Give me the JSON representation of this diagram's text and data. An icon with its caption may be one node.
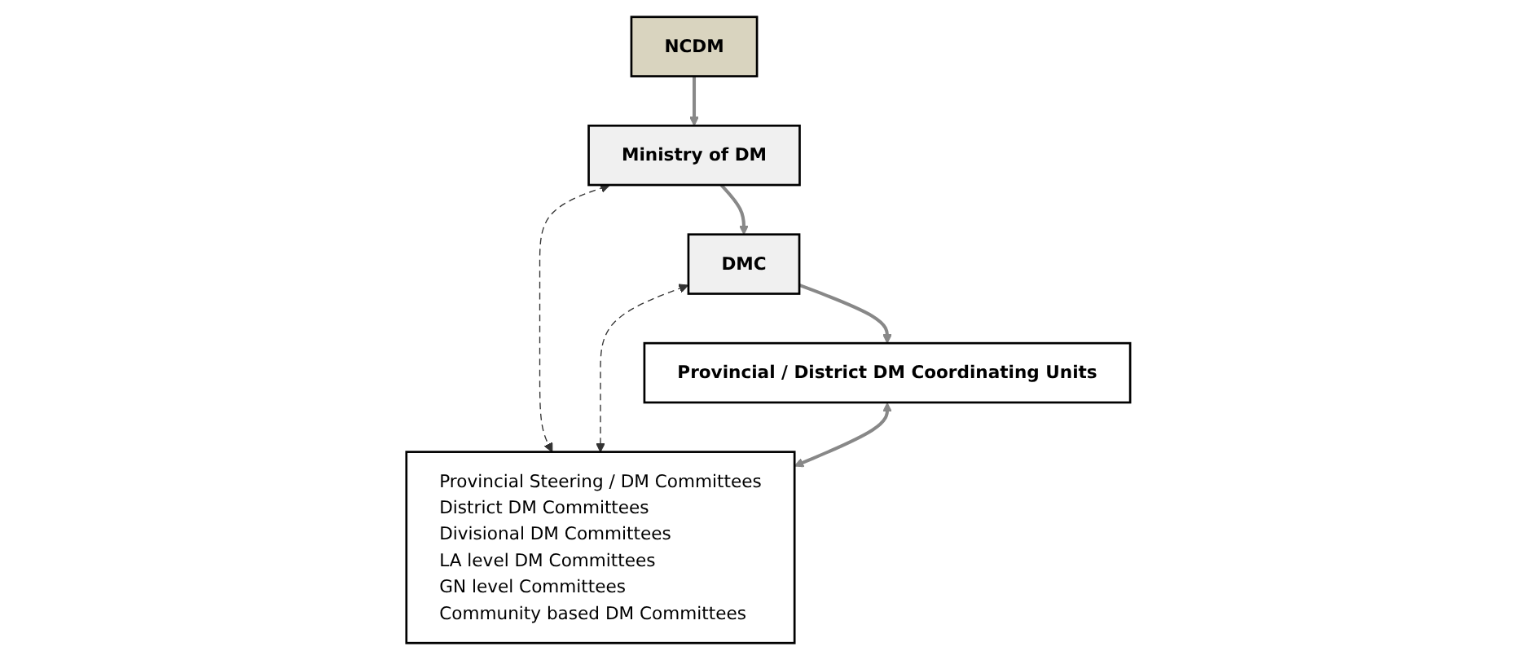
{
  "diagram": {
    "nodes": [
      {
        "text": [
          "NCDM"
        ]
      },
      {
        "text": [
          "Ministry of DM"
        ]
      },
      {
        "text": [
          "DMC"
        ]
      },
      {
        "text": [
          "Provincial / District DM Coordinating Units"
        ]
      },
      {
        "text": [
          "Provincial Steering / DM Committees",
          "District DM Committees",
          "Divisional DM Committees",
          "LA level DM Committees",
          "GN level Committees",
          "Community based DM Committees"
        ]
      }
    ],
    "edges": [
      {
        "from": 0,
        "to": 1,
        "arrow": "to"
      },
      {
        "from": 1,
        "to": 2,
        "arrow": "to"
      },
      {
        "from": 2,
        "to": 3,
        "arrow": "to"
      },
      {
        "from": 1,
        "to": 4,
        "arrow": "both",
        "style": "dashed"
      },
      {
        "from": 2,
        "to": 4,
        "arrow": "both",
        "style": "dashed"
      },
      {
        "from": 3,
        "to": 4,
        "arrow": "both"
      }
    ]
  }
}
